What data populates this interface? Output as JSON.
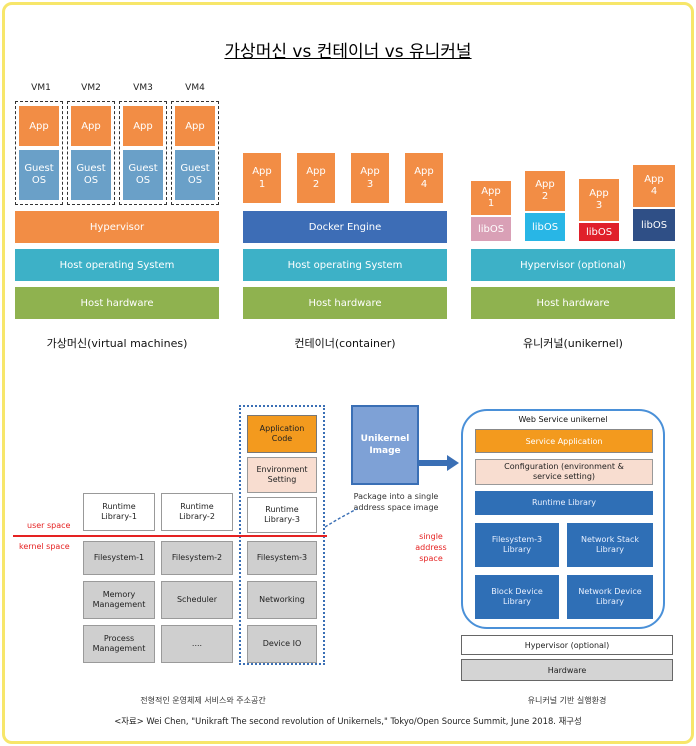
{
  "title": "가상머신 vs 컨테이너 vs 유니커널",
  "vm": {
    "labels": [
      "VM1",
      "VM2",
      "VM3",
      "VM4"
    ],
    "app": "App",
    "guest": "Guest OS",
    "hypervisor": "Hypervisor",
    "host_os": "Host operating System",
    "host_hw": "Host hardware",
    "caption": "가상머신(virtual machines)"
  },
  "container": {
    "apps": [
      "App 1",
      "App 2",
      "App 3",
      "App 4"
    ],
    "engine": "Docker Engine",
    "host_os": "Host operating System",
    "host_hw": "Host hardware",
    "caption": "컨테이너(container)"
  },
  "unikernel": {
    "apps": [
      "App 1",
      "App 2",
      "App 3",
      "App 4"
    ],
    "libos": "libOS",
    "hypervisor": "Hypervisor (optional)",
    "host_hw": "Host hardware",
    "caption": "유니커널(unikernel)"
  },
  "lower_left": {
    "runtime1": "Runtime Library-1",
    "runtime2": "Runtime Library-2",
    "fs1": "Filesystem-1",
    "fs2": "Filesystem-2",
    "memory": "Memory Management",
    "scheduler": "Scheduler",
    "process": "Process Management",
    "dots": "....",
    "app_code": "Application Code",
    "env": "Environment Setting",
    "runtime3": "Runtime Library-3",
    "fs3": "Filesystem-3",
    "networking": "Networking",
    "device_io": "Device IO",
    "user_space": "user space",
    "kernel_space": "kernel space",
    "caption": "전형적인 운영체제 서비스와 주소공간"
  },
  "lower_mid": {
    "image": "Unikernel Image",
    "package": "Package into a single address space image",
    "single": "single address space"
  },
  "lower_right": {
    "title": "Web Service unikernel",
    "service_app": "Service Application",
    "config": "Configuration (environment & service setting)",
    "runtime": "Runtime Library",
    "fs3": "Filesystem-3 Library",
    "netstack": "Network Stack Library",
    "block": "Block Device Library",
    "netdev": "Network Device Library",
    "hypervisor": "Hypervisor (optional)",
    "hardware": "Hardware",
    "caption": "유니커널 기반 실행환경"
  },
  "source": "<자료> Wei Chen, \"Unikraft The second revolution of Unikernels,\" Tokyo/Open Source Summit, June 2018. 재구성",
  "colors": {
    "orange": "#f28d45",
    "teal": "#3db1c7",
    "green": "#8fb24f",
    "blue": "#3d6db6",
    "libos_pink": "#d9a0b6",
    "libos_cyan": "#28b6e6",
    "libos_red": "#e0202a",
    "libos_navy": "#2f4f86"
  }
}
